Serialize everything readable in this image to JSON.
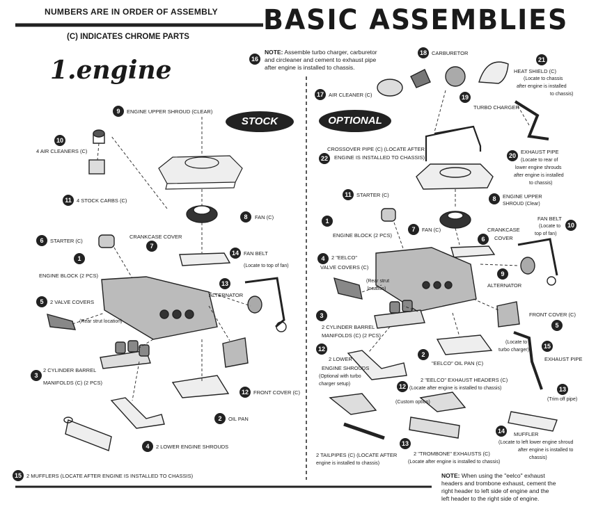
{
  "header": {
    "order_note": "NUMBERS ARE IN ORDER OF ASSEMBLY",
    "chrome_note": "(C) INDICATES CHROME PARTS",
    "title": "BASIC ASSEMBLIES"
  },
  "section": {
    "title": "1.engine"
  },
  "badges": {
    "stock": "STOCK",
    "optional": "OPTIONAL"
  },
  "top_note": {
    "number": "16",
    "label": "NOTE:",
    "text1": "Assemble turbo charger, carburetor",
    "text2": "and circleaner and cement to exhaust pipe",
    "text3": "after engine is installed to chassis."
  },
  "bottom_note": {
    "label": "NOTE:",
    "line1": "When using the \"eelco\" exhaust",
    "line2": "headers and trombone exhaust, cement the",
    "line3": "right header to left side of engine and the",
    "line4": "left header to the right side of engine."
  },
  "stock": {
    "n9": "9",
    "l9": "ENGINE UPPER SHROUD (Clear)",
    "n10": "10",
    "l10": "4 AIR CLEANERS (C)",
    "n11": "11",
    "l11": "4 STOCK CARBS (C)",
    "n8": "8",
    "l8": "FAN (C)",
    "n6": "6",
    "l6": "STARTER (C)",
    "l7": "CRANKCASE COVER",
    "n7": "7",
    "n14": "14",
    "l14a": "FAN BELT",
    "l14b": "(Locate to top of fan)",
    "n1": "1",
    "l1": "ENGINE BLOCK (2 Pcs)",
    "n13": "13",
    "l13": "ALTERNATOR",
    "n5": "5",
    "l5": "2 VALVE COVERS",
    "rear": "(Rear strut location)",
    "n3": "3",
    "l3a": "2 CYLINDER BARREL",
    "l3b": "MANIFOLDS (C) (2 Pcs)",
    "n12": "12",
    "l12": "FRONT COVER (C)",
    "n2": "2",
    "l2": "OIL PAN",
    "n4": "4",
    "l4": "2 LOWER ENGINE SHROUDS",
    "n15": "15",
    "l15": "2 MUFFLERS (Locate after engine is installed to chassis)"
  },
  "optional": {
    "n18": "18",
    "l18": "CARBURETOR",
    "n21": "21",
    "l21a": "HEAT SHIELD (C)",
    "l21b": "(Locate to chassis",
    "l21c": "after engine is installed",
    "l21d": "to chassis)",
    "n17": "17",
    "l17": "AIR CLEANER (C)",
    "n19": "19",
    "l19": "TURBO CHARGER",
    "n22": "22",
    "l22a": "CROSSOVER PIPE (C) (Locate after",
    "l22b": "engine is installed to chassis)",
    "n20": "20",
    "l20a": "EXHAUST PIPE",
    "l20b": "(Locate to rear of",
    "l20c": "lower engine shrouds",
    "l20d": "after engine is installed",
    "l20e": "to chassis)",
    "n11": "11",
    "l11": "STARTER (C)",
    "n8": "8",
    "l8a": "ENGINE UPPER",
    "l8b": "SHROUD (Clear)",
    "n1": "1",
    "l1": "ENGINE BLOCK (2 Pcs)",
    "n7": "7",
    "l7": "FAN (C)",
    "l6a": "CRANKCASE",
    "l6b": "COVER",
    "n6": "6",
    "l10a": "FAN BELT",
    "l10b": "(Locate to",
    "l10c": "top of fan)",
    "n10": "10",
    "n4": "4",
    "l4a": "2 \"EELCO\"",
    "l4b": "VALVE COVERS (C)",
    "rear_a": "(Rear strut",
    "rear_b": "location)",
    "n9": "9",
    "l9": "ALTERNATOR",
    "l5": "FRONT COVER (C)",
    "n5": "5",
    "n3": "3",
    "l3a": "2 CYLINDER BARREL",
    "l3b": "MANIFOLDS (C) (2 Pcs)",
    "l15a": "(Locate to",
    "l15b": "turbo charger)",
    "n15": "15",
    "l15": "EXHAUST PIPE",
    "n12": "12",
    "l12a": "2 LOWER",
    "l12b": "ENGINE SHROUDS",
    "l12c": "(Optional with turbo",
    "l12d": "charger setup)",
    "n2": "2",
    "l2": "\"EELCO\" OIL PAN (C)",
    "l12x_a": "2 \"EELCO\" EXHAUST HEADERS (C)",
    "l12x_b": "(Locate after engine is installed to chassis)",
    "n12x": "12",
    "custom": "(Custom option)",
    "n13": "13",
    "l13": "(Trim off pipe)",
    "n14": "14",
    "l14a": "MUFFLER",
    "l14b": "(Locate to left lower engine shroud",
    "l14c": "after engine is installed to",
    "l14d": "chassis)",
    "l_tail_a": "2 TAILPIPES (C) (Locate after",
    "l_tail_b": "engine is installed to chassis)",
    "n13b": "13",
    "l_trom_a": "2 \"TROMBONE\" EXHAUSTS (C)",
    "l_trom_b": "(Locate after engine is installed to chassis)"
  }
}
